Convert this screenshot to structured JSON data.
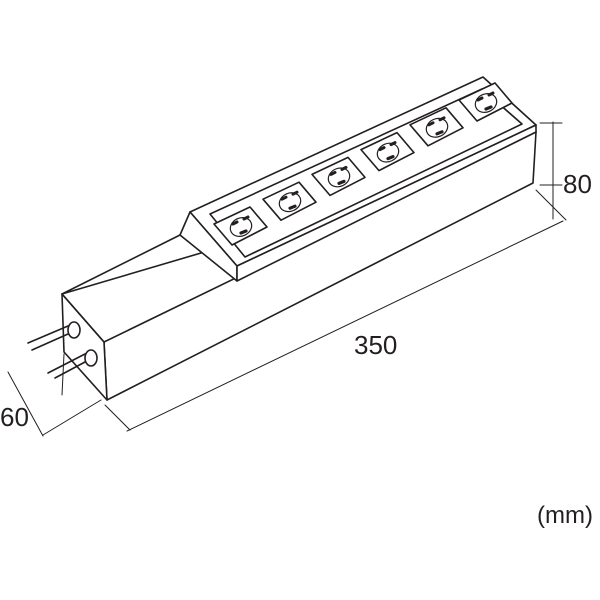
{
  "dimensions": {
    "length": "350",
    "height": "80",
    "width": "60"
  },
  "unit": "(mm)",
  "outlet_count": 6,
  "colors": {
    "line": "#231f20",
    "fill": "#ffffff",
    "outlet_fill": "#ffffff"
  }
}
